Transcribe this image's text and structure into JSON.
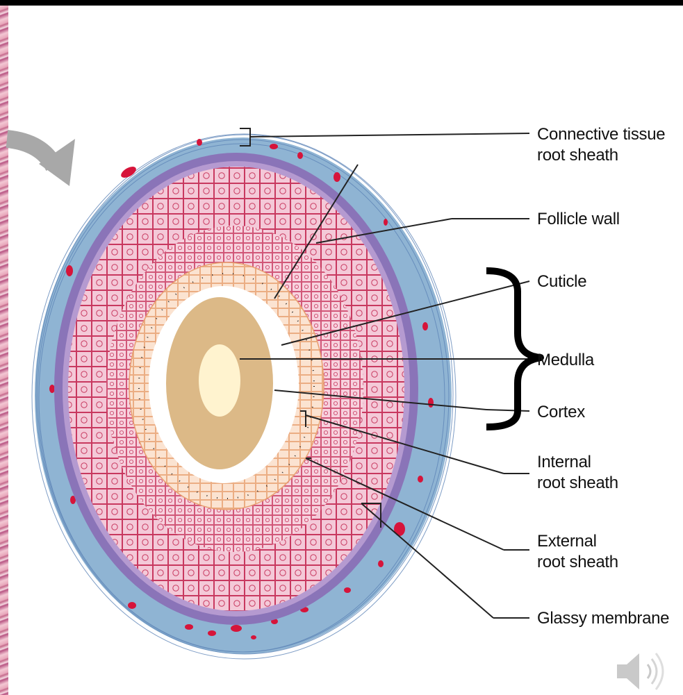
{
  "labels": {
    "connective_tissue_root_sheath": [
      "Connective tissue",
      "root sheath"
    ],
    "follicle_wall": "Follicle wall",
    "cuticle": "Cuticle",
    "medulla": "Medulla",
    "cortex": "Cortex",
    "internal_root_sheath": [
      "Internal",
      "root sheath"
    ],
    "external_root_sheath": [
      "External",
      "root sheath"
    ],
    "glassy_membrane": "Glassy membrane"
  },
  "icons": {
    "arrow": "curved-arrow-icon",
    "speaker": "speaker-icon"
  },
  "colors": {
    "connective_tissue": "#8fb4d3",
    "glassy_membrane": "#8a74b8",
    "external_root_sheath": "#f3c6d6",
    "cell_outline": "#c8385f",
    "internal_root_sheath": "#fbe3d1",
    "cuticle": "#ffffff",
    "cortex": "#dcb987",
    "medulla": "#fff3cf",
    "nuclei": "#d6143a"
  }
}
